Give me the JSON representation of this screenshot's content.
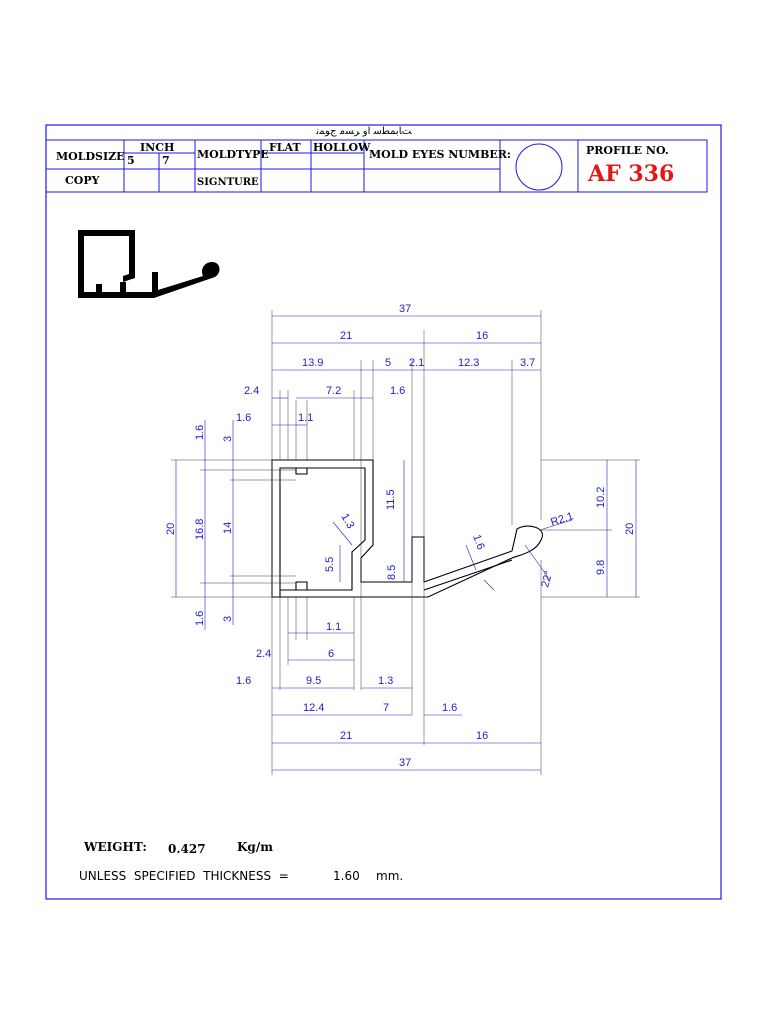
{
  "header": {
    "top_caption": "ﺖﺎﺑﻤﻄﺳ ﺍﻭ ﺮﺴﻣ ﺝﻮﻤﻧ",
    "moldsize_label": "MOLDSIZE",
    "inch_label": "INCH",
    "inch_value_1": "5",
    "inch_value_2": "7",
    "moldtype_label": "MOLDTYPE",
    "flat_label": "FLAT",
    "hollow_label": "HOLLOW",
    "mold_eyes_label": "MOLD EYES NUMBER:",
    "profile_no_label": "PROFILE NO.",
    "profile_no_value": "AF 336",
    "copy_label": "COPY",
    "signature_label": "SIGNTURE"
  },
  "dimensions": {
    "top_total": "37",
    "top_left": "21",
    "top_right": "16",
    "r3_a": "13.9",
    "r3_b": "5",
    "r3_c": "2.1",
    "r3_d": "12.3",
    "r3_e": "3.7",
    "r4_a": "2.4",
    "r4_b": "7.2",
    "r4_c": "1.6",
    "r5_a": "1.6",
    "r5_b": "1.1",
    "left_top_a": "1.6",
    "left_top_b": "3",
    "left_total": "20",
    "left_inner": "16.8",
    "left_inner2": "14",
    "left_bot_a": "1.6",
    "left_bot_b": "3",
    "inner_115": "11.5",
    "inner_13": "1.3",
    "inner_55": "5.5",
    "inner_85": "8.5",
    "inner_16": "1.6",
    "radius": "R2.1",
    "right_top": "10.2",
    "right_total": "20",
    "right_bot": "9.8",
    "angle": "22°",
    "b1_a": "1.1",
    "b2_a": "2.4",
    "b2_b": "6",
    "b3_a": "1.6",
    "b3_b": "9.5",
    "b3_c": "1.3",
    "b4_a": "12.4",
    "b4_b": "7",
    "b4_c": "1.6",
    "bottom_left": "21",
    "bottom_right": "16",
    "bottom_total": "37"
  },
  "footer": {
    "weight_label": "WEIGHT:",
    "weight_value": "0.427",
    "weight_unit": "Kg/m",
    "thickness_label": "UNLESS  SPECIFIED  THICKNESS  =",
    "thickness_value": "1.60",
    "thickness_unit": "mm."
  },
  "colors": {
    "frame": "#1a1aee",
    "dimension": "#2222cc",
    "profile_number": "#e01818"
  }
}
